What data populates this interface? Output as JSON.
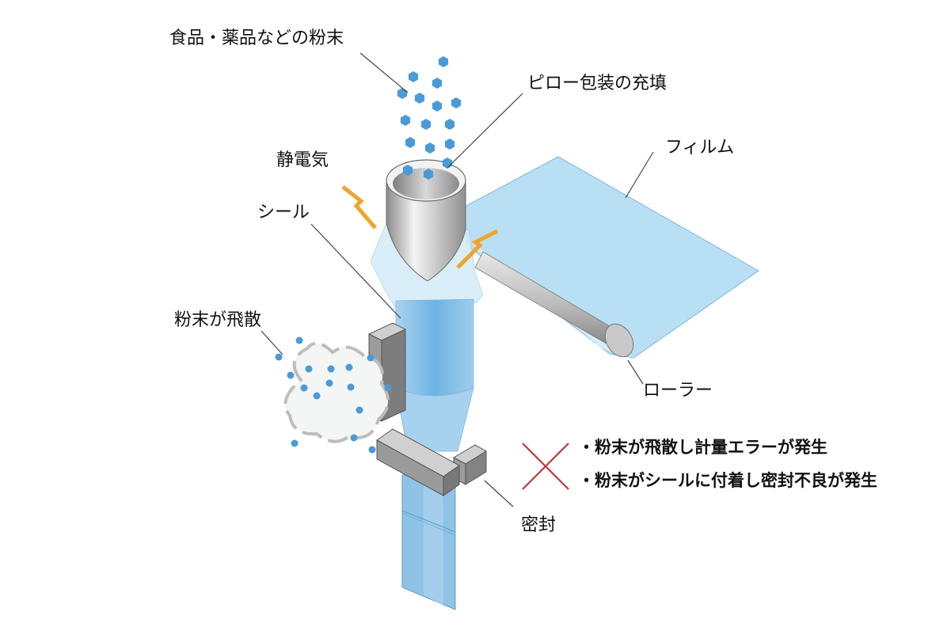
{
  "labels": {
    "powder": "食品・薬品などの粉末",
    "pillow_fill": "ピロー包装の充填",
    "film": "フィルム",
    "static": "静電気",
    "seal": "シール",
    "scatter": "粉末が飛散",
    "roller": "ローラー",
    "sealing": "密封"
  },
  "problems": [
    "・粉末が飛散し計量エラーが発生",
    "・粉末がシールに付着し密封不良が発生"
  ],
  "colors": {
    "film": "#b9dff4",
    "film_edge": "#7fb8da",
    "tube_fill": "#6db4e2",
    "powder_dot": "#4a9ad8",
    "static_bolt": "#f0a42a",
    "cross": "#b83a3a",
    "metal": "#9a9a9a",
    "cloud": "#bdbdbd"
  },
  "icons": {
    "static": "lightning-bolt-icon",
    "error": "cross-mark-icon"
  }
}
